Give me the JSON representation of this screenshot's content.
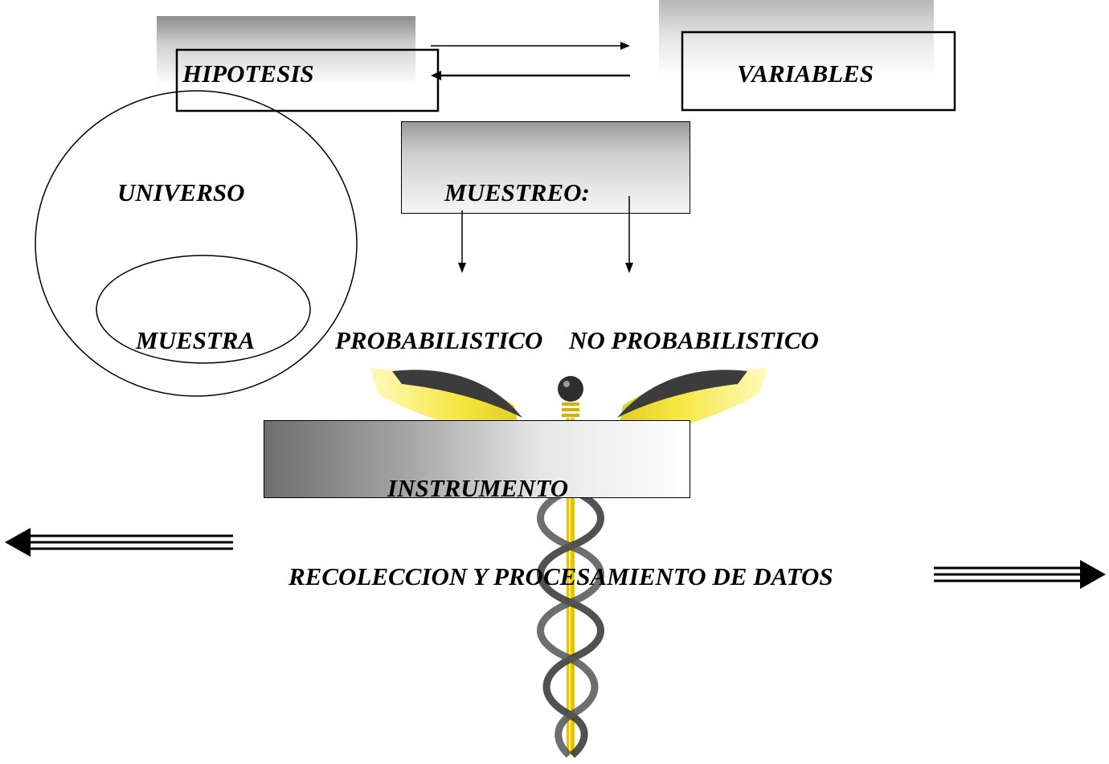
{
  "diagram": {
    "nodes": {
      "hipotesis": "HIPOTESIS",
      "variables": "VARIABLES",
      "universo": "UNIVERSO",
      "muestra": "MUESTRA",
      "muestreo": "MUESTREO:",
      "probabilistico": "PROBABILISTICO",
      "no_probabilistico": "NO PROBABILISTICO",
      "instrumento": "INSTRUMENTO",
      "recoleccion": "RECOLECCION Y PROCESAMIENTO DE DATOS"
    },
    "edges": [
      {
        "from": "hipotesis",
        "to": "variables"
      },
      {
        "from": "variables",
        "to": "hipotesis"
      },
      {
        "from": "muestreo",
        "to": "probabilistico"
      },
      {
        "from": "muestreo",
        "to": "no_probabilistico"
      }
    ],
    "decorative_image": "caduceus-icon"
  },
  "colors": {
    "stroke": "#000000",
    "gray_dark": "#6e6e6e",
    "gray_light": "#f4f4f4",
    "wing_yellow": "#f2df1a",
    "wing_dark": "#3a3a3a",
    "staff_yellow": "#e9c600"
  }
}
